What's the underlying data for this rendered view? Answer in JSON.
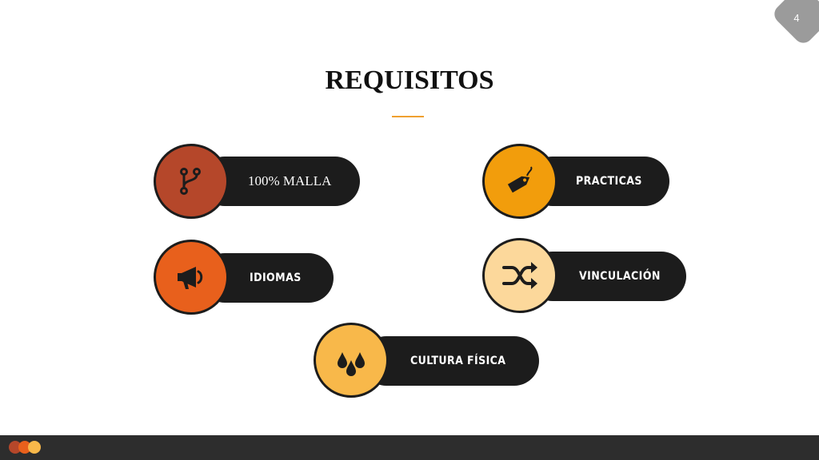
{
  "slide": {
    "title": "REQUISITOS",
    "page_number": "4"
  },
  "items": [
    {
      "label": "100% MALLA",
      "icon": "git-fork-icon",
      "color": "#b5472a"
    },
    {
      "label": "PRACTICAS",
      "icon": "tag-icon",
      "color": "#f29d0c"
    },
    {
      "label": "IDIOMAS",
      "icon": "megaphone-icon",
      "color": "#e8601c"
    },
    {
      "label": "VINCULACIÓN",
      "icon": "shuffle-icon",
      "color": "#fcd89b"
    },
    {
      "label": "CULTURA FÍSICA",
      "icon": "drops-icon",
      "color": "#f8b84a"
    }
  ],
  "footer_dots": [
    "#b5472a",
    "#e8601c",
    "#f8b84a"
  ]
}
